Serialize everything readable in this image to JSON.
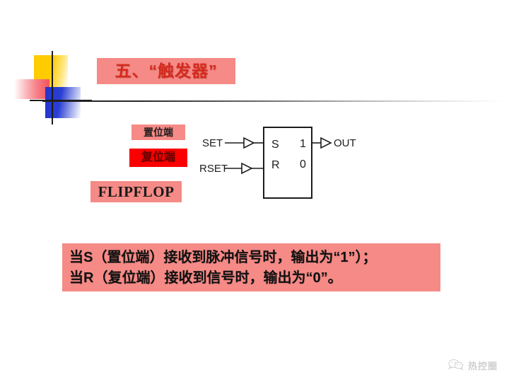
{
  "slide": {
    "title": "五、“触发器”",
    "decoration_colors": {
      "yellow": "#ffcc00",
      "blue": "#2233cc",
      "red": "#f4525a",
      "cross": "#1a1a1a"
    },
    "band_color": "#f58a86",
    "title_color": "#d52b1e"
  },
  "labels": {
    "set_terminal": "置位端",
    "reset_terminal": "复位端",
    "flipflop": "FLIPFLOP",
    "reset_bg_color": "#fa0000",
    "reset_text_color": "#6b0000"
  },
  "diagram": {
    "input_set_label": "SET",
    "input_reset_label": "RSET",
    "port_s": "S",
    "port_r": "R",
    "out_one": "1",
    "out_zero": "0",
    "output_label": "OUT"
  },
  "statement": {
    "line1": "当S（置位端）接收到脉冲信号时，输出为“1”）；",
    "line2": "当R（复位端）接收到信号时，输出为“0”。"
  },
  "watermark": {
    "text": "热控圈",
    "icon": "wechat-icon"
  }
}
